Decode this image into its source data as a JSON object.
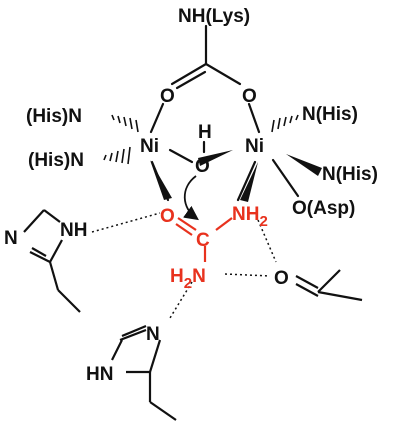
{
  "labels": {
    "lys": "NH(Lys)",
    "o_top_left": "O",
    "o_top_right": "O",
    "his_n_1": "(His)N",
    "his_n_2": "(His)N",
    "ni_left": "Ni",
    "ni_right": "Ni",
    "h_bridge": "H",
    "o_bridge": "O",
    "n_his_right_1": "N(His)",
    "n_his_right_2": "N(His)",
    "o_asp": "O(Asp)",
    "urea_o": "O",
    "urea_c": "C",
    "urea_nh2_right": "NH",
    "urea_nh2_right_sub": "2",
    "urea_h2n": "H",
    "urea_h2n_sub": "2",
    "urea_h2n_n": "N",
    "imid1_n": "N",
    "imid1_nh": "NH",
    "imid2_n": "N",
    "imid2_hn": "HN",
    "acetone_o": "O"
  },
  "colors": {
    "bond": "#111111",
    "text": "#111111",
    "substrate": "#e8321e"
  }
}
